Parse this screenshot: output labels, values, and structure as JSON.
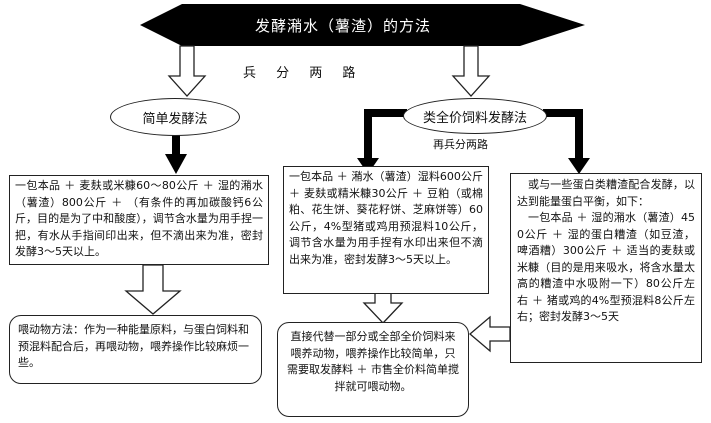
{
  "title": "发酵潲水（薯渣）的方法",
  "subtitle": "兵 分 两 路",
  "methods": {
    "simple": "简单发酵法",
    "full_price": "类全价饲料发酵法",
    "split_note": "再兵分两路"
  },
  "boxes": {
    "simple_recipe": "一包本品 ＋ 麦麸或米糠60～80公斤 ＋ 湿的潲水（薯渣）800公斤 ＋ （有条件的再加碳酸钙6公斤，目的是为了中和酸度），调节含水量为用手捏一把，有水从手指间印出来，但不滴出来为准，密封发酵3～5天以上。",
    "full_recipe_a": "一包本品 ＋ 潲水（薯渣）湿料600公斤 ＋ 麦麸或精米糠30公斤 ＋ 豆粕（或棉粕、花生饼、葵花籽饼、芝麻饼等）60公斤，4%型猪或鸡用预混料10公斤，调节含水量为用手捏有水印出来但不滴出来为准，密封发酵3～5天以上。",
    "full_recipe_b_intro": "或与一些蛋白类糟渣配合发酵，以达到能量蛋白平衡，如下：",
    "full_recipe_b_body": "一包本品 ＋ 湿的潲水（薯渣）450公斤 ＋ 湿的蛋白糟渣（如豆渣，啤酒糟）300公斤 ＋ 适当的麦麸或米糠（目的是用来吸水，将含水量太高的糟渣中水吸附一下）80公斤左右 ＋ 猪或鸡的4%型预混料8公斤左右；密封发酵3～5天",
    "feeding_simple": "喂动物方法：作为一种能量原料，与蛋白饲料和预混料配合后，再喂动物，喂养操作比较麻烦一些。",
    "feeding_full": "直接代替一部分或全部全价饲料来喂养动物，喂养操作比较简单，只需要取发酵料 ＋ 市售全价料简单搅拌就可喂动物。"
  },
  "colors": {
    "banner": "#000000",
    "banner_text": "#ffffff",
    "line": "#222222"
  }
}
